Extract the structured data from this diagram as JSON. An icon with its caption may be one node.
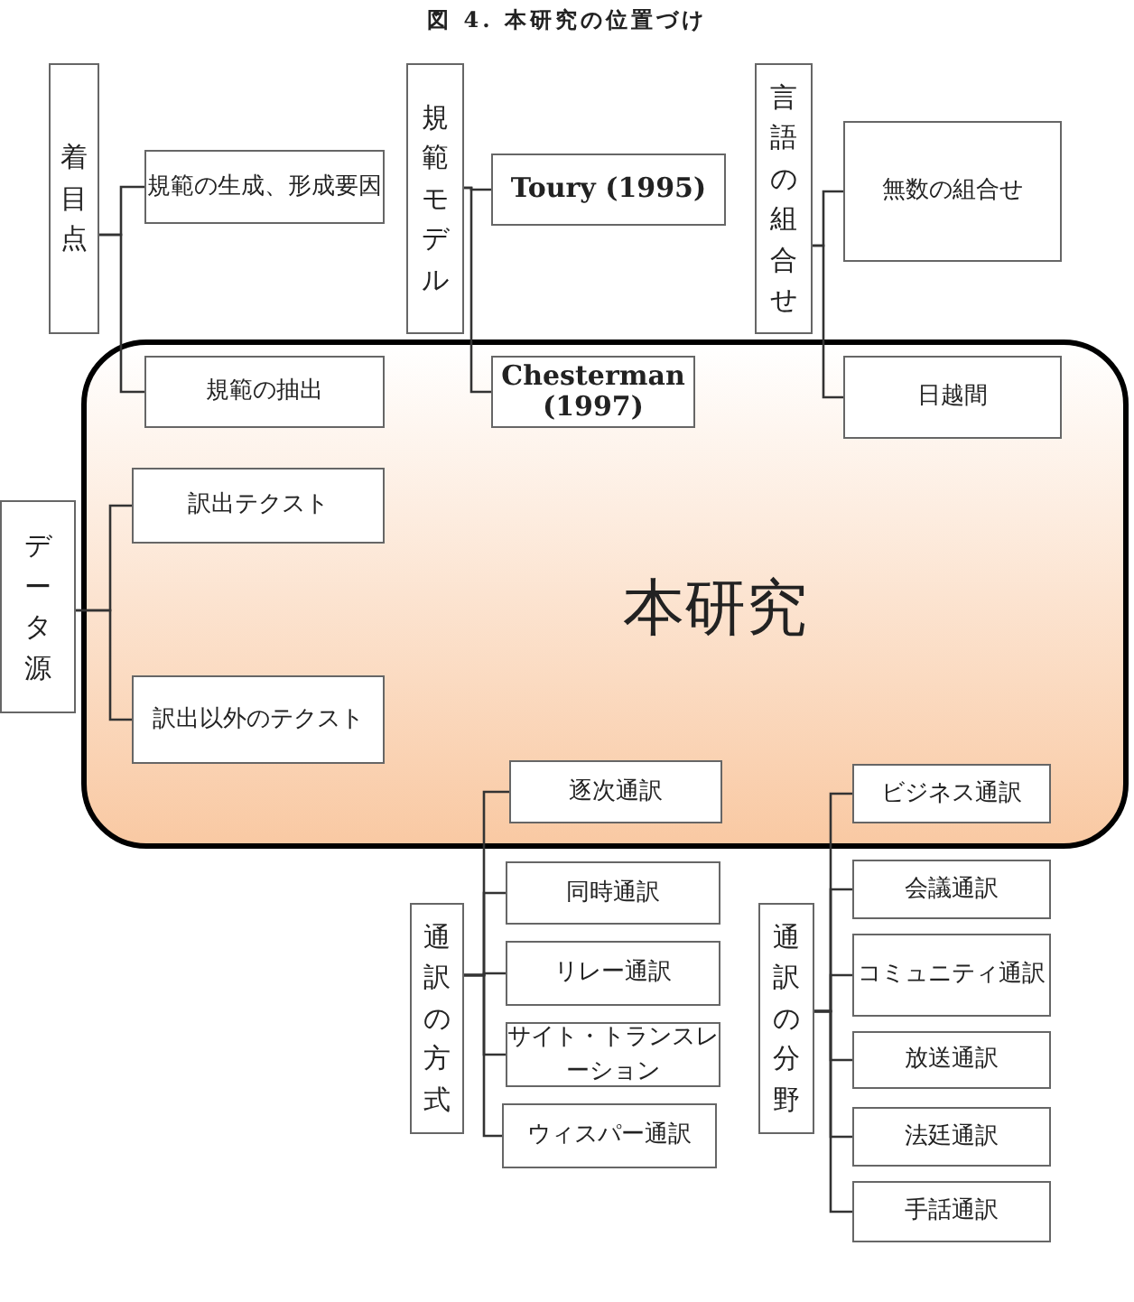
{
  "diagram": {
    "title": "図 4. 本研究の位置づけ",
    "nodes": [
      {
        "text": [
          "着目点"
        ]
      },
      {
        "text": [
          "規範の生成、形成要因"
        ]
      },
      {
        "text": [
          "規範モデル"
        ]
      },
      {
        "text": [
          "Toury (1995)"
        ]
      },
      {
        "text": [
          "言語の組合せ"
        ]
      },
      {
        "text": [
          "無数の組合せ"
        ]
      },
      {
        "text": [
          "本研究"
        ]
      },
      {
        "text": [
          "規範の抽出"
        ],
        "in": 6
      },
      {
        "text": [
          "Chesterman (1997)"
        ],
        "in": 6
      },
      {
        "text": [
          "日越間"
        ],
        "in": 6
      },
      {
        "text": [
          "データ源"
        ]
      },
      {
        "text": [
          "訳出テクスト"
        ],
        "in": 6
      },
      {
        "text": [
          "訳出以外のテクスト"
        ],
        "in": 6
      },
      {
        "text": [
          "逐次通訳"
        ],
        "in": 6
      },
      {
        "text": [
          "ビジネス通訳"
        ],
        "in": 6
      },
      {
        "text": [
          "通訳の方式"
        ]
      },
      {
        "text": [
          "同時通訳"
        ]
      },
      {
        "text": [
          "リレー通訳"
        ]
      },
      {
        "text": [
          "サイト・トランスレーション"
        ]
      },
      {
        "text": [
          "ウィスパー通訳"
        ]
      },
      {
        "text": [
          "通訳の分野"
        ]
      },
      {
        "text": [
          "会議通訳"
        ]
      },
      {
        "text": [
          "コミュニティ通訳"
        ]
      },
      {
        "text": [
          "放送通訳"
        ]
      },
      {
        "text": [
          "法廷通訳"
        ]
      },
      {
        "text": [
          "手話通訳"
        ]
      }
    ],
    "edges": [
      {
        "from": 0,
        "to": 1,
        "arrow": "none"
      },
      {
        "from": 0,
        "to": 7,
        "arrow": "none"
      },
      {
        "from": 2,
        "to": 3,
        "arrow": "none"
      },
      {
        "from": 2,
        "to": 8,
        "arrow": "none"
      },
      {
        "from": 4,
        "to": 5,
        "arrow": "none"
      },
      {
        "from": 4,
        "to": 9,
        "arrow": "none"
      },
      {
        "from": 10,
        "to": 11,
        "arrow": "none"
      },
      {
        "from": 10,
        "to": 12,
        "arrow": "none"
      },
      {
        "from": 15,
        "to": 13,
        "arrow": "none"
      },
      {
        "from": 15,
        "to": 16,
        "arrow": "none"
      },
      {
        "from": 15,
        "to": 17,
        "arrow": "none"
      },
      {
        "from": 15,
        "to": 18,
        "arrow": "none"
      },
      {
        "from": 15,
        "to": 19,
        "arrow": "none"
      },
      {
        "from": 20,
        "to": 14,
        "arrow": "none"
      },
      {
        "from": 20,
        "to": 21,
        "arrow": "none"
      },
      {
        "from": 20,
        "to": 22,
        "arrow": "none"
      },
      {
        "from": 20,
        "to": 23,
        "arrow": "none"
      },
      {
        "from": 20,
        "to": 24,
        "arrow": "none"
      },
      {
        "from": 20,
        "to": 25,
        "arrow": "none"
      }
    ]
  }
}
